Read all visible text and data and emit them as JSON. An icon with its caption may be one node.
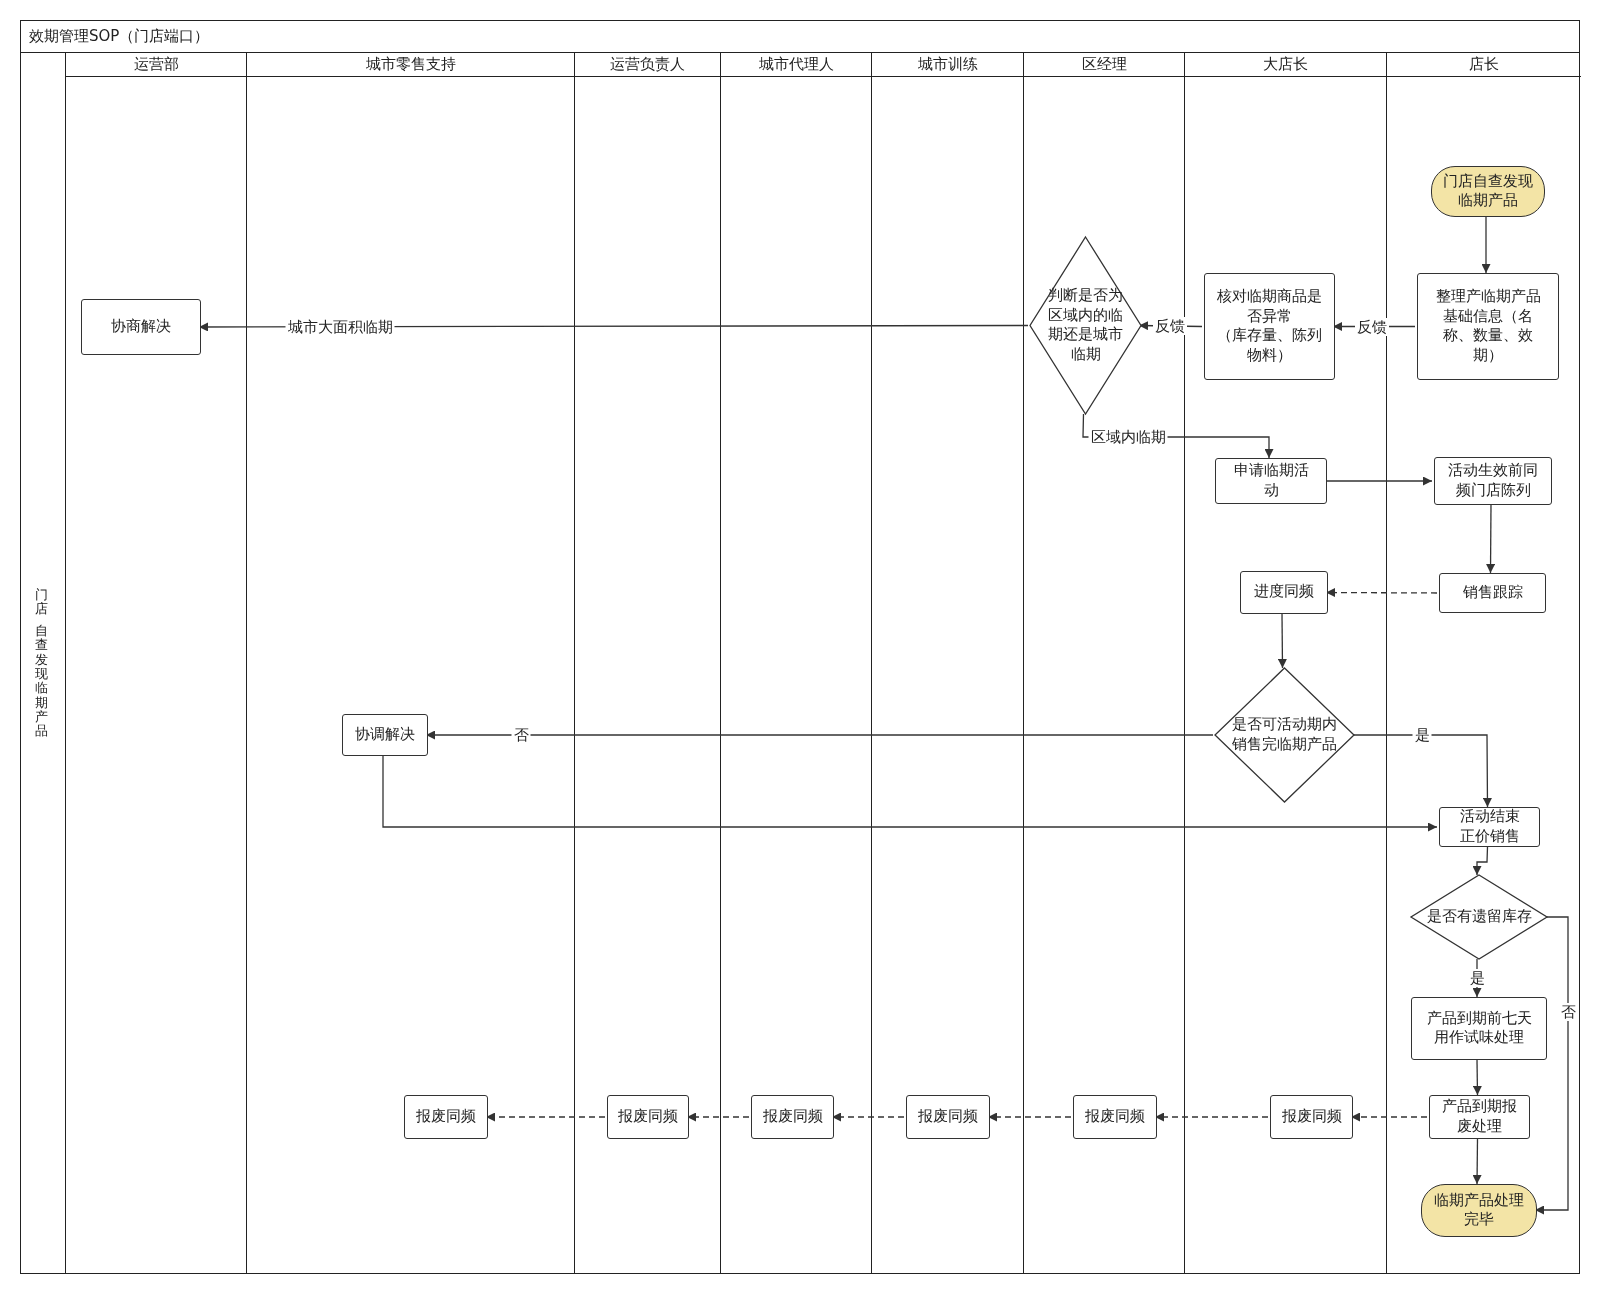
{
  "diagram": {
    "nodes": [
      {
        "text": [
          "效期管理SOP（门店端口）"
        ]
      },
      {
        "text": [
          "门店",
          "自查发现临期产品"
        ],
        "in": 0
      },
      {
        "text": [
          "运营部"
        ],
        "in": 0
      },
      {
        "text": [
          "城市零售支持"
        ],
        "in": 0
      },
      {
        "text": [
          "运营负责人"
        ],
        "in": 0
      },
      {
        "text": [
          "城市代理人"
        ],
        "in": 0
      },
      {
        "text": [
          "城市训练"
        ],
        "in": 0
      },
      {
        "text": [
          "区经理"
        ],
        "in": 0
      },
      {
        "text": [
          "大店长"
        ],
        "in": 0
      },
      {
        "text": [
          "店长"
        ],
        "in": 0
      },
      {
        "text": [
          "门店自查发现临期产品"
        ],
        "in": 9
      },
      {
        "text": [
          "整理产临期产品基础信息（名称、数量、效期）"
        ],
        "in": 9
      },
      {
        "text": [
          "核对临期商品是否异常",
          "（库存量、陈列物料）"
        ],
        "in": 8
      },
      {
        "text": [
          "判断是否为区域内的临期还是城市临期"
        ],
        "in": 7
      },
      {
        "text": [
          "协商解决"
        ],
        "in": 2
      },
      {
        "text": [
          "申请临期活动"
        ],
        "in": 8
      },
      {
        "text": [
          "活动生效前同频门店陈列"
        ],
        "in": 9
      },
      {
        "text": [
          "销售跟踪"
        ],
        "in": 9
      },
      {
        "text": [
          "进度同频"
        ],
        "in": 8
      },
      {
        "text": [
          "是否可活动期内销售完临期产品"
        ],
        "in": 8
      },
      {
        "text": [
          "协调解决"
        ],
        "in": 3
      },
      {
        "text": [
          "活动结束正价销售"
        ],
        "in": 9
      },
      {
        "text": [
          "是否有遗留库存"
        ],
        "in": 9
      },
      {
        "text": [
          "产品到期前七天用作试味处理"
        ],
        "in": 9
      },
      {
        "text": [
          "产品到期报废处理"
        ],
        "in": 9
      },
      {
        "text": [
          "临期产品处理完毕"
        ],
        "in": 9
      },
      {
        "text": [
          "报废同频"
        ],
        "in": 3
      },
      {
        "text": [
          "报废同频"
        ],
        "in": 4
      },
      {
        "text": [
          "报废同频"
        ],
        "in": 5
      },
      {
        "text": [
          "报废同频"
        ],
        "in": 6
      },
      {
        "text": [
          "报废同频"
        ],
        "in": 7
      },
      {
        "text": [
          "报废同频"
        ],
        "in": 8
      }
    ],
    "edges": [
      {
        "from": 10,
        "to": 11,
        "arrow": "to"
      },
      {
        "from": 11,
        "to": 12,
        "arrow": "to",
        "label": "反馈"
      },
      {
        "from": 12,
        "to": 13,
        "arrow": "to",
        "label": "反馈"
      },
      {
        "from": 13,
        "to": 14,
        "arrow": "to",
        "label": "城市大面积临期"
      },
      {
        "from": 13,
        "to": 15,
        "arrow": "to",
        "label": "区域内临期"
      },
      {
        "from": 15,
        "to": 16,
        "arrow": "to"
      },
      {
        "from": 16,
        "to": 17,
        "arrow": "to"
      },
      {
        "from": 17,
        "to": 18,
        "arrow": "to",
        "style": "dashed"
      },
      {
        "from": 18,
        "to": 19,
        "arrow": "to"
      },
      {
        "from": 19,
        "to": 20,
        "arrow": "to",
        "label": "否"
      },
      {
        "from": 19,
        "to": 21,
        "arrow": "to",
        "label": "是"
      },
      {
        "from": 20,
        "to": 21,
        "arrow": "to"
      },
      {
        "from": 21,
        "to": 22,
        "arrow": "to"
      },
      {
        "from": 22,
        "to": 23,
        "arrow": "to",
        "label": "是"
      },
      {
        "from": 22,
        "to": 25,
        "arrow": "to",
        "label": "否"
      },
      {
        "from": 23,
        "to": 24,
        "arrow": "to"
      },
      {
        "from": 24,
        "to": 25,
        "arrow": "to"
      },
      {
        "from": 24,
        "to": 31,
        "arrow": "to",
        "style": "dashed"
      },
      {
        "from": 31,
        "to": 30,
        "arrow": "to",
        "style": "dashed"
      },
      {
        "from": 30,
        "to": 29,
        "arrow": "to",
        "style": "dashed"
      },
      {
        "from": 29,
        "to": 28,
        "arrow": "to",
        "style": "dashed"
      },
      {
        "from": 28,
        "to": 27,
        "arrow": "to",
        "style": "dashed"
      },
      {
        "from": 27,
        "to": 26,
        "arrow": "to",
        "style": "dashed"
      }
    ]
  }
}
